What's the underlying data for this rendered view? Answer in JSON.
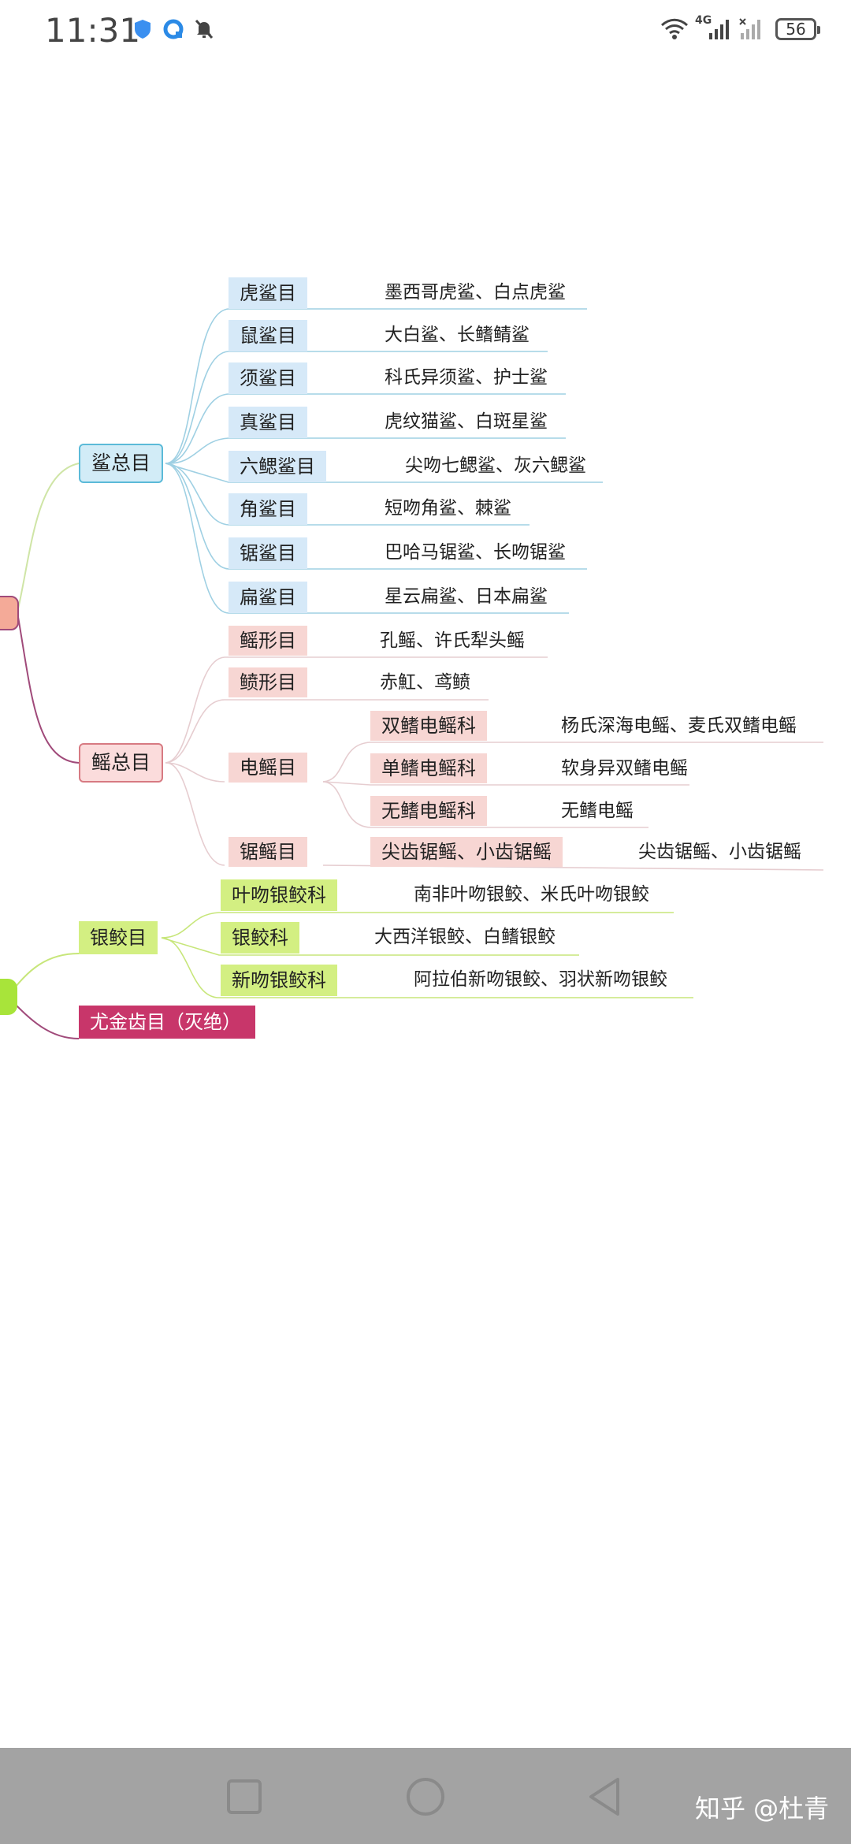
{
  "status_bar": {
    "time": "11:31",
    "network": "4G",
    "battery": "56",
    "icons": [
      "shield-icon",
      "browser-icon",
      "bell-muted-icon",
      "wifi-icon",
      "signal-icon",
      "signal-no-sim-icon",
      "battery-icon"
    ]
  },
  "mindmap": {
    "shark": {
      "label": "鲨总目",
      "orders": [
        {
          "label": "虎鲨目",
          "examples": "墨西哥虎鲨、白点虎鲨"
        },
        {
          "label": "鼠鲨目",
          "examples": "大白鲨、长鳍鲭鲨"
        },
        {
          "label": "须鲨目",
          "examples": "科氏异须鲨、护士鲨"
        },
        {
          "label": "真鲨目",
          "examples": "虎纹猫鲨、白斑星鲨"
        },
        {
          "label": "六鳃鲨目",
          "examples": "尖吻七鳃鲨、灰六鳃鲨"
        },
        {
          "label": "角鲨目",
          "examples": "短吻角鲨、棘鲨"
        },
        {
          "label": "锯鲨目",
          "examples": "巴哈马锯鲨、长吻锯鲨"
        },
        {
          "label": "扁鲨目",
          "examples": "星云扁鲨、日本扁鲨"
        }
      ]
    },
    "ray": {
      "label": "鳐总目",
      "orders": [
        {
          "label": "鳐形目",
          "examples": "孔鳐、许氏犁头鳐"
        },
        {
          "label": "鲼形目",
          "examples": "赤魟、鸢鲼"
        },
        {
          "label": "电鳐目",
          "families": [
            {
              "label": "双鳍电鳐科",
              "examples": "杨氏深海电鳐、麦氏双鳍电鳐"
            },
            {
              "label": "单鳍电鳐科",
              "examples": "软身异双鳍电鳐"
            },
            {
              "label": "无鳍电鳐科",
              "examples": "无鳍电鳐"
            }
          ]
        },
        {
          "label": "锯鳐目",
          "families": [
            {
              "label": "尖齿锯鳐、小齿锯鳐",
              "examples": "尖齿锯鳐、小齿锯鳐"
            }
          ]
        }
      ]
    },
    "chimaera": {
      "label": "银鲛目",
      "families": [
        {
          "label": "叶吻银鲛科",
          "examples": "南非叶吻银鲛、米氏叶吻银鲛"
        },
        {
          "label": "银鲛科",
          "examples": "大西洋银鲛、白鳍银鲛"
        },
        {
          "label": "新吻银鲛科",
          "examples": "阿拉伯新吻银鲛、羽状新吻银鲛"
        }
      ]
    },
    "extinct": {
      "label": "尤金齿目（灭绝）"
    }
  },
  "nav_bar": {
    "icons": [
      "recent-apps-icon",
      "home-icon",
      "back-icon"
    ],
    "watermark": "知乎 @杜青"
  },
  "colors": {
    "shark": "#5bbad8",
    "ray": "#d77a82",
    "chimaera": "#a8d83a",
    "extinct": "#c8366a"
  }
}
